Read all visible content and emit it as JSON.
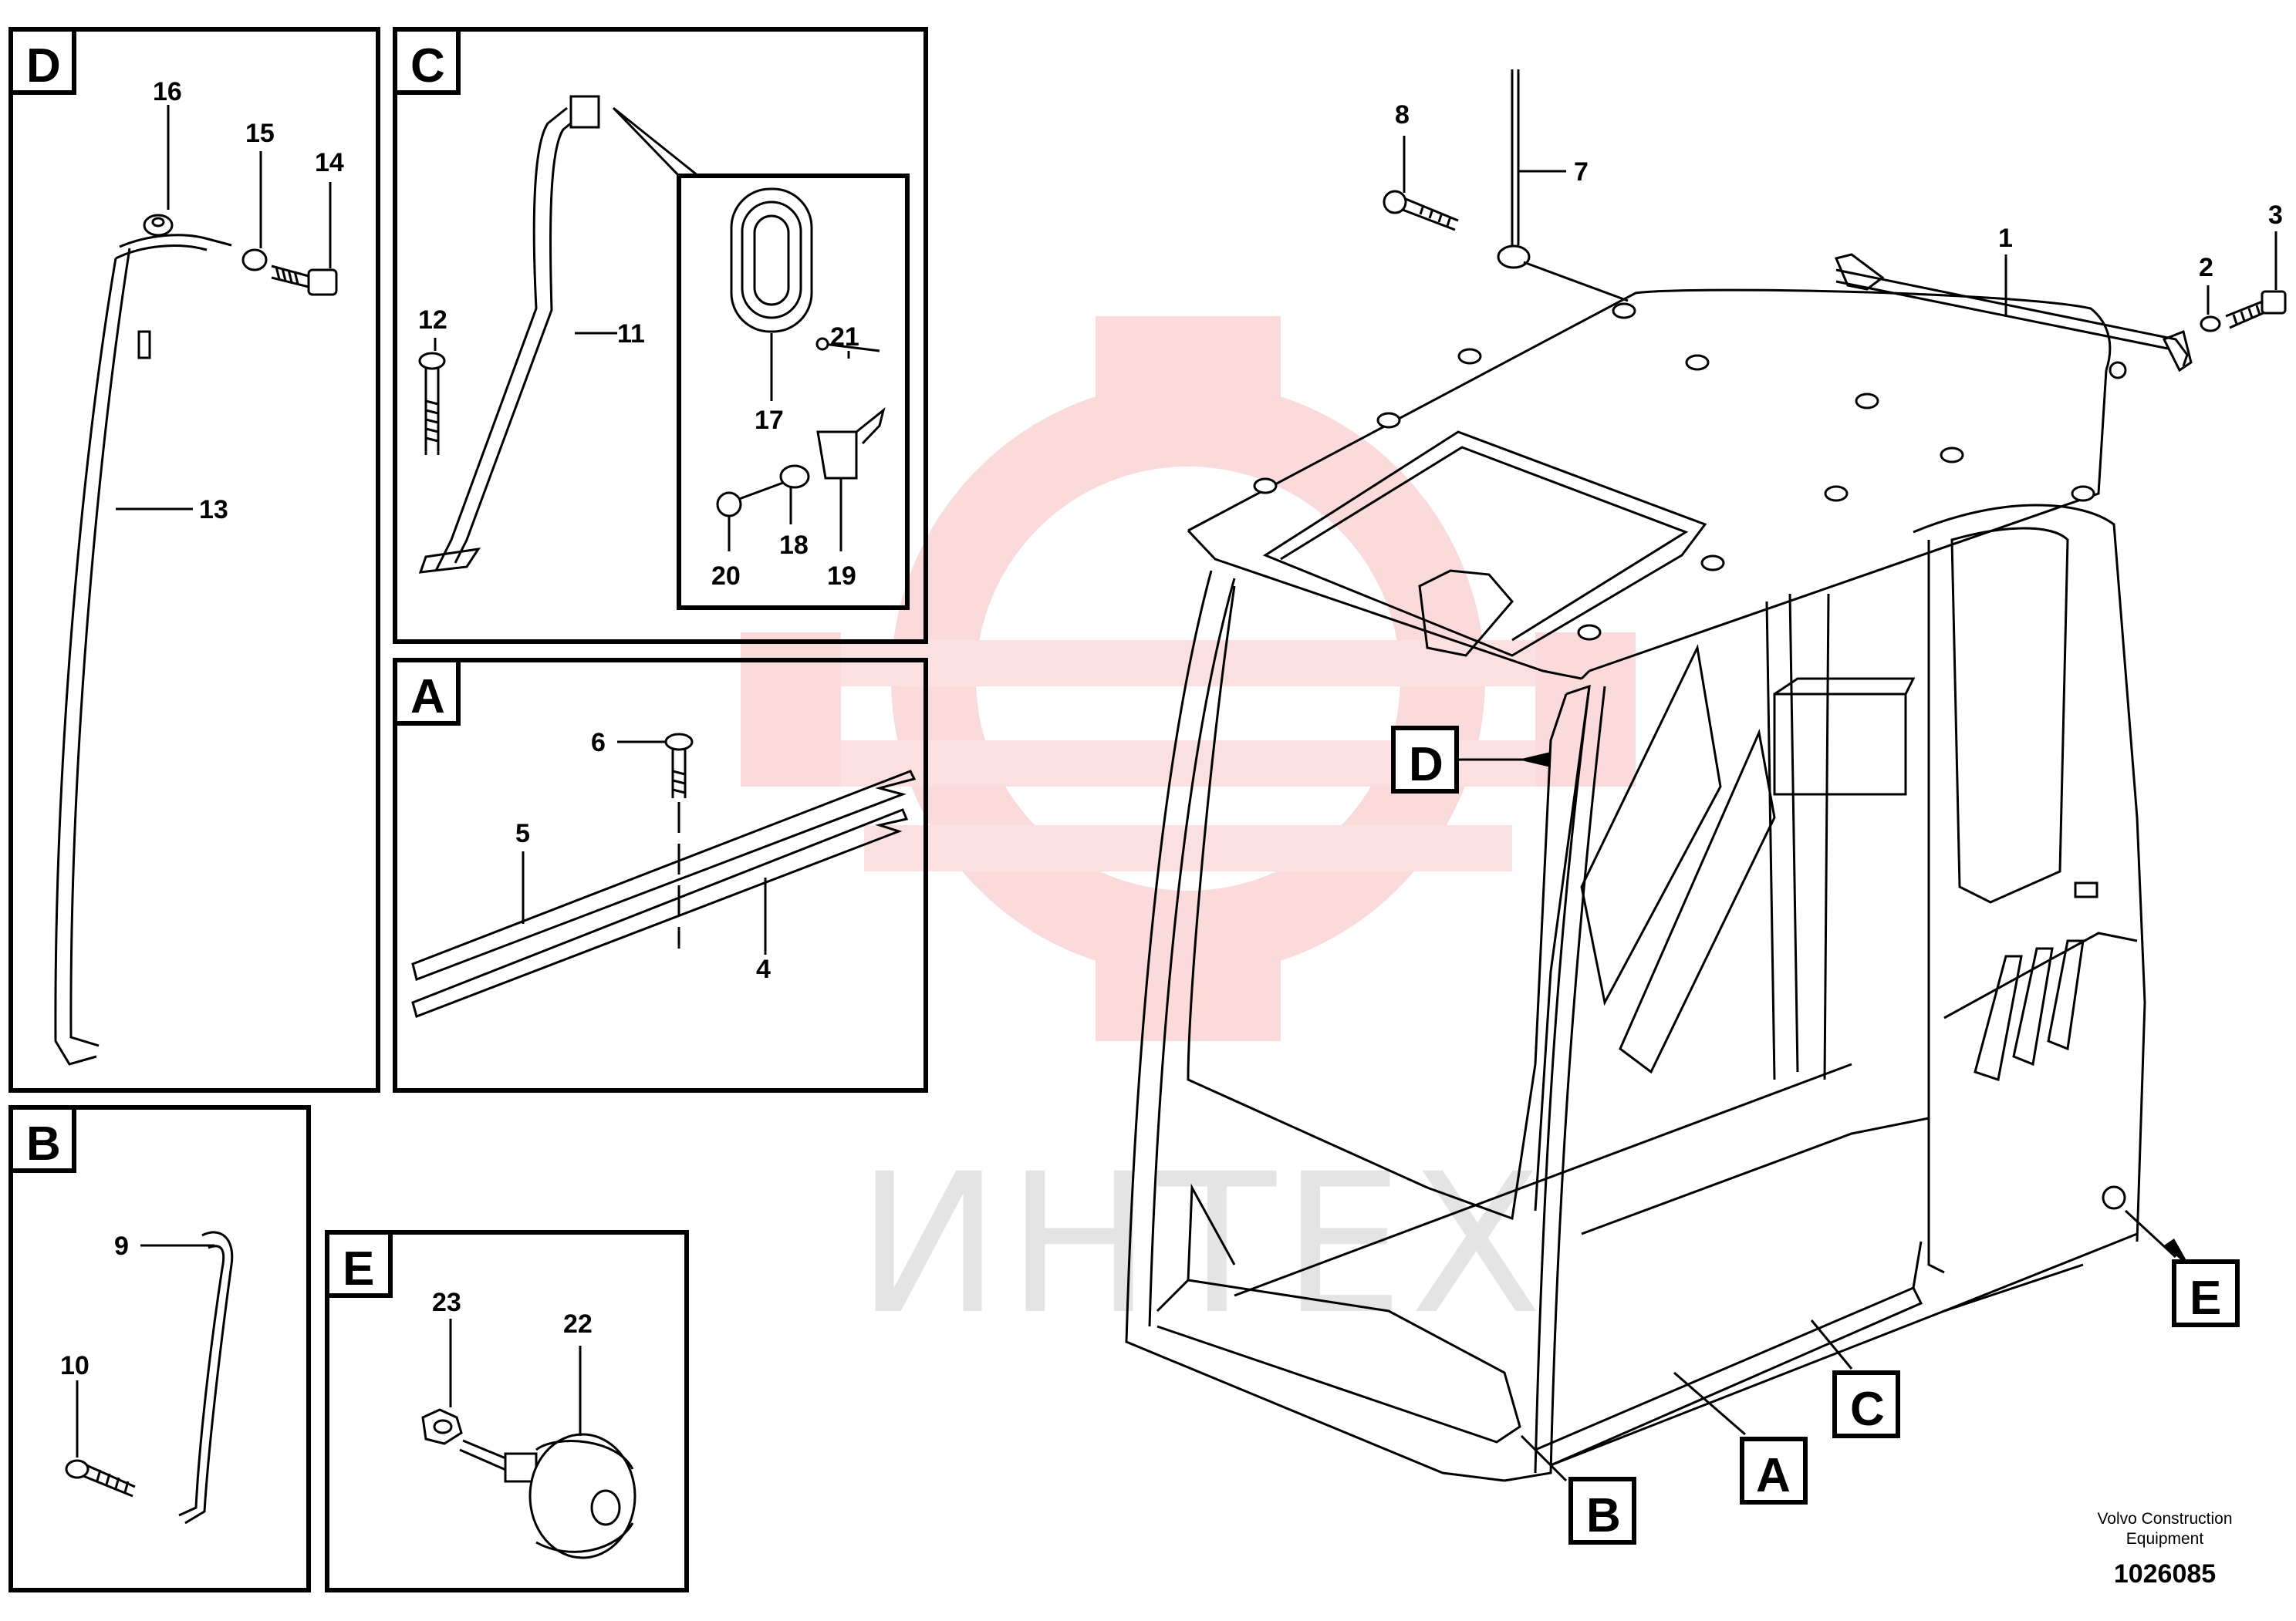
{
  "drawing": {
    "detail_boxes": [
      {
        "id": "D",
        "label": "D"
      },
      {
        "id": "C",
        "label": "C"
      },
      {
        "id": "A",
        "label": "A"
      },
      {
        "id": "B",
        "label": "B"
      },
      {
        "id": "E",
        "label": "E"
      }
    ],
    "callouts": {
      "c1": "1",
      "c2": "2",
      "c3": "3",
      "c4": "4",
      "c5": "5",
      "c6": "6",
      "c7": "7",
      "c8": "8",
      "c9": "9",
      "c10": "10",
      "c11": "11",
      "c12": "12",
      "c13": "13",
      "c14": "14",
      "c15": "15",
      "c16": "16",
      "c17": "17",
      "c18": "18",
      "c19": "19",
      "c20": "20",
      "c21": "21",
      "c22": "22",
      "c23": "23"
    },
    "pointer_labels": {
      "d": "D",
      "e": "E",
      "c": "C",
      "a": "A",
      "b": "B"
    },
    "watermark": "ИНТЕХ",
    "footer": {
      "company_line1": "Volvo Construction",
      "company_line2": "Equipment",
      "drawing_number": "1026085"
    }
  }
}
